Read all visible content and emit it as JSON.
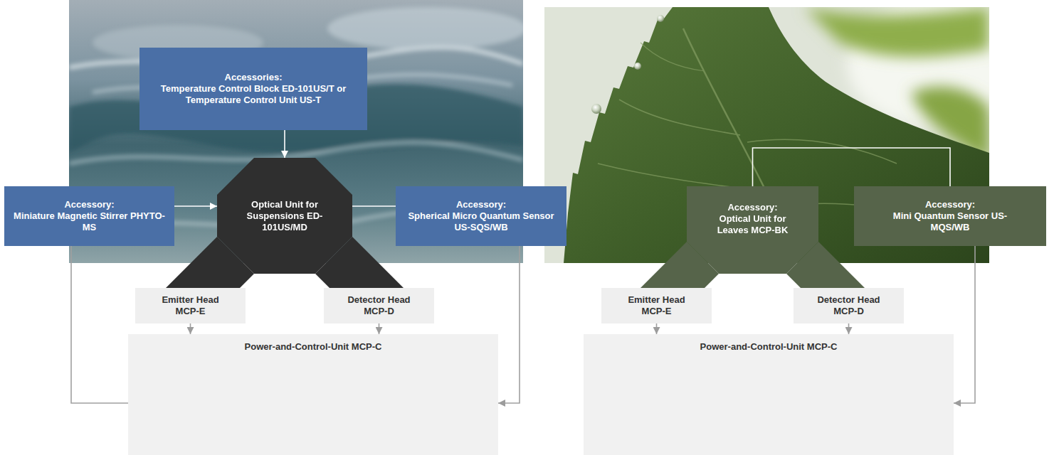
{
  "diagram": {
    "nodes": [
      {
        "text": [
          "Accessories:",
          "Temperature Control Block ED-101US/T or Temperature Control Unit US-T"
        ]
      },
      {
        "text": [
          "Optical Unit for Suspensions ED-101US/MD"
        ]
      },
      {
        "text": [
          "Accessory:",
          "Miniature Magnetic Stirrer PHYTO-MS"
        ]
      },
      {
        "text": [
          "Accessory:",
          "Spherical Micro Quantum Sensor US-SQS/WB"
        ]
      },
      {
        "text": [
          "Emitter Head MCP-E"
        ]
      },
      {
        "text": [
          "Detector Head MCP-D"
        ]
      },
      {
        "text": [
          "Power-and-Control-Unit MCP-C"
        ]
      },
      {
        "text": [
          "Accessory:",
          "Optical Unit for Leaves MCP-BK"
        ]
      },
      {
        "text": [
          "Accessory:",
          "Mini Quantum Sensor US-MQS/WB"
        ]
      },
      {
        "text": [
          "Emitter Head MCP-E"
        ]
      },
      {
        "text": [
          "Detector Head MCP-D"
        ]
      },
      {
        "text": [
          "Power-and-Control-Unit MCP-C"
        ]
      }
    ],
    "edges": [
      {
        "from": 0,
        "to": 1,
        "arrow": "to"
      },
      {
        "from": 2,
        "to": 1,
        "arrow": "to"
      },
      {
        "from": 1,
        "to": 3,
        "arrow": "none"
      },
      {
        "from": 1,
        "to": 4,
        "arrow": "none"
      },
      {
        "from": 1,
        "to": 5,
        "arrow": "none"
      },
      {
        "from": 2,
        "to": 6,
        "arrow": "none"
      },
      {
        "from": 3,
        "to": 6,
        "arrow": "to"
      },
      {
        "from": 4,
        "to": 6,
        "arrow": "to"
      },
      {
        "from": 5,
        "to": 6,
        "arrow": "to"
      },
      {
        "from": 7,
        "to": 8,
        "arrow": "none"
      },
      {
        "from": 7,
        "to": 9,
        "arrow": "none"
      },
      {
        "from": 7,
        "to": 10,
        "arrow": "none"
      },
      {
        "from": 8,
        "to": 11,
        "arrow": "to"
      },
      {
        "from": 9,
        "to": 11,
        "arrow": "to"
      },
      {
        "from": 10,
        "to": 11,
        "arrow": "to"
      }
    ]
  }
}
